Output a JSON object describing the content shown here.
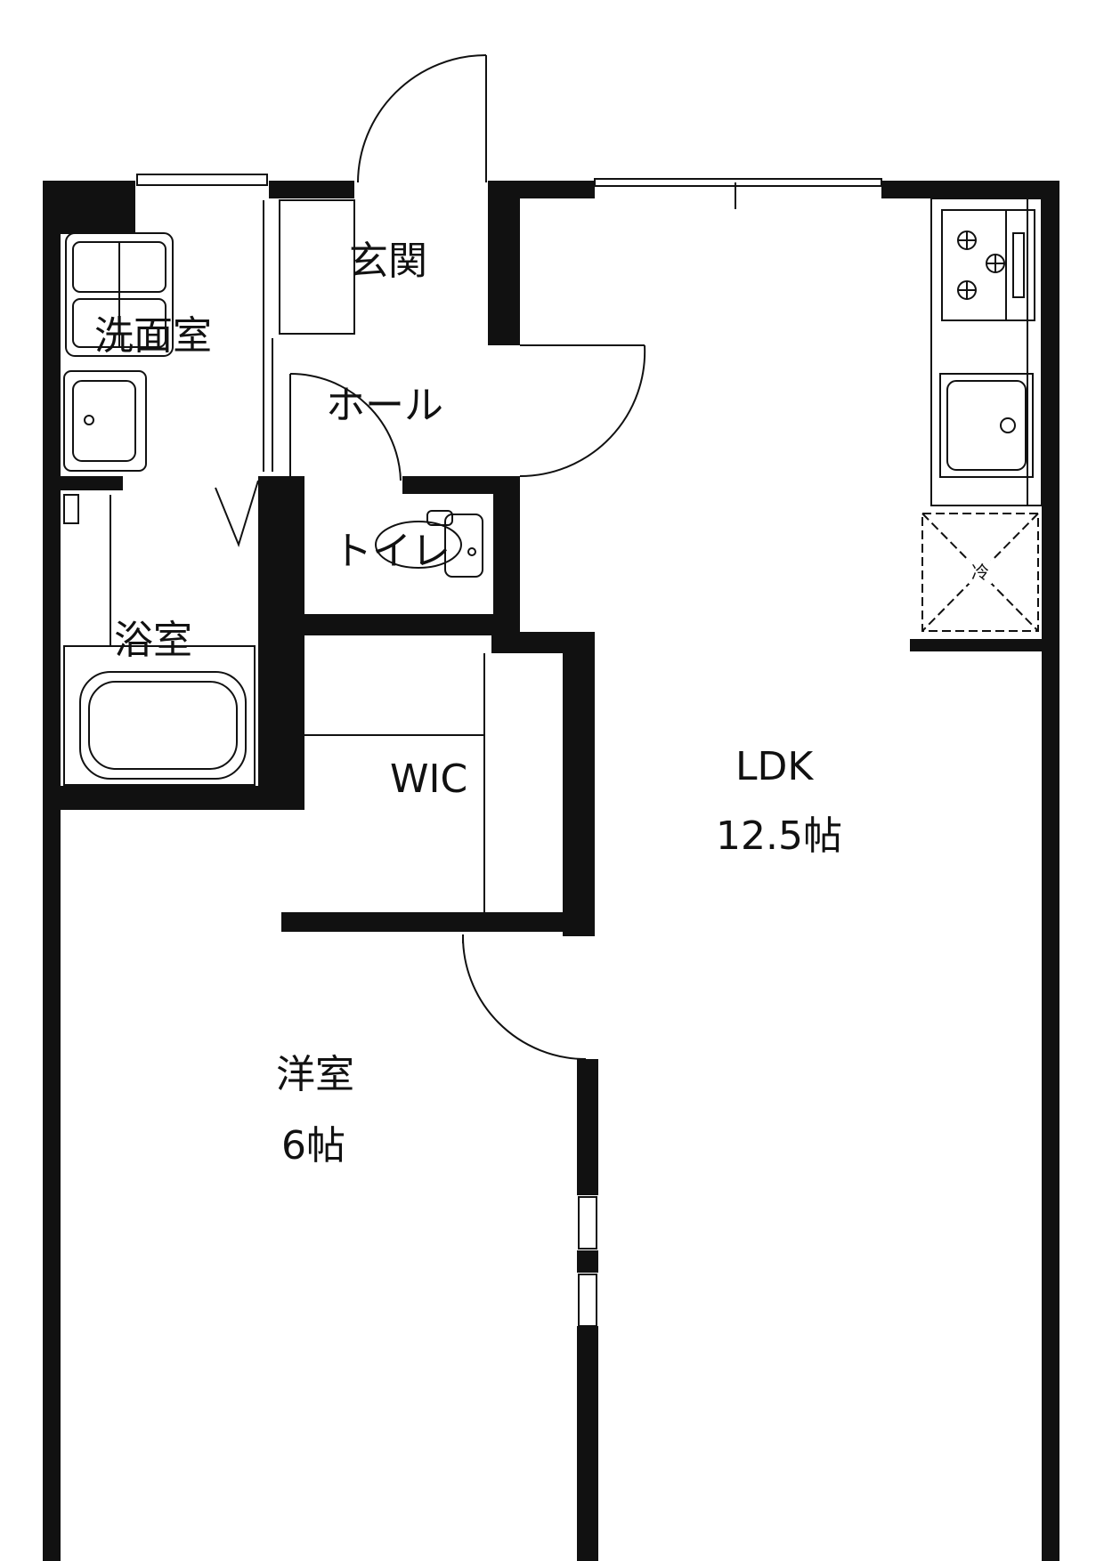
{
  "rooms": {
    "genkan": "玄関",
    "senmen": "洗面室",
    "hall": "ホール",
    "toilet": "トイレ",
    "bath": "浴室",
    "wic": "WIC",
    "ldk": "LDK",
    "ldk_size": "12.5帖",
    "yoshitsu": "洋室",
    "yoshitsu_size": "6帖",
    "fridge": "冷"
  }
}
